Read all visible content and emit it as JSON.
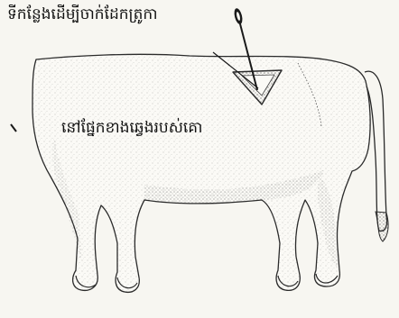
{
  "labels": {
    "injection_site": "ទីកន្លែងដើម្បីចាក់ដែកត្រូកា",
    "left_side": "នៅផ្នែកខាងឆ្វេងរបស់គោ"
  },
  "colors": {
    "background": "#f7f6f1",
    "outline": "#2a2a2a",
    "stipple": "#6b6b6b",
    "body_fill": "#fbfaf6"
  },
  "icons": {
    "instrument": "trocar-icon",
    "pointer": "pointer-line"
  }
}
